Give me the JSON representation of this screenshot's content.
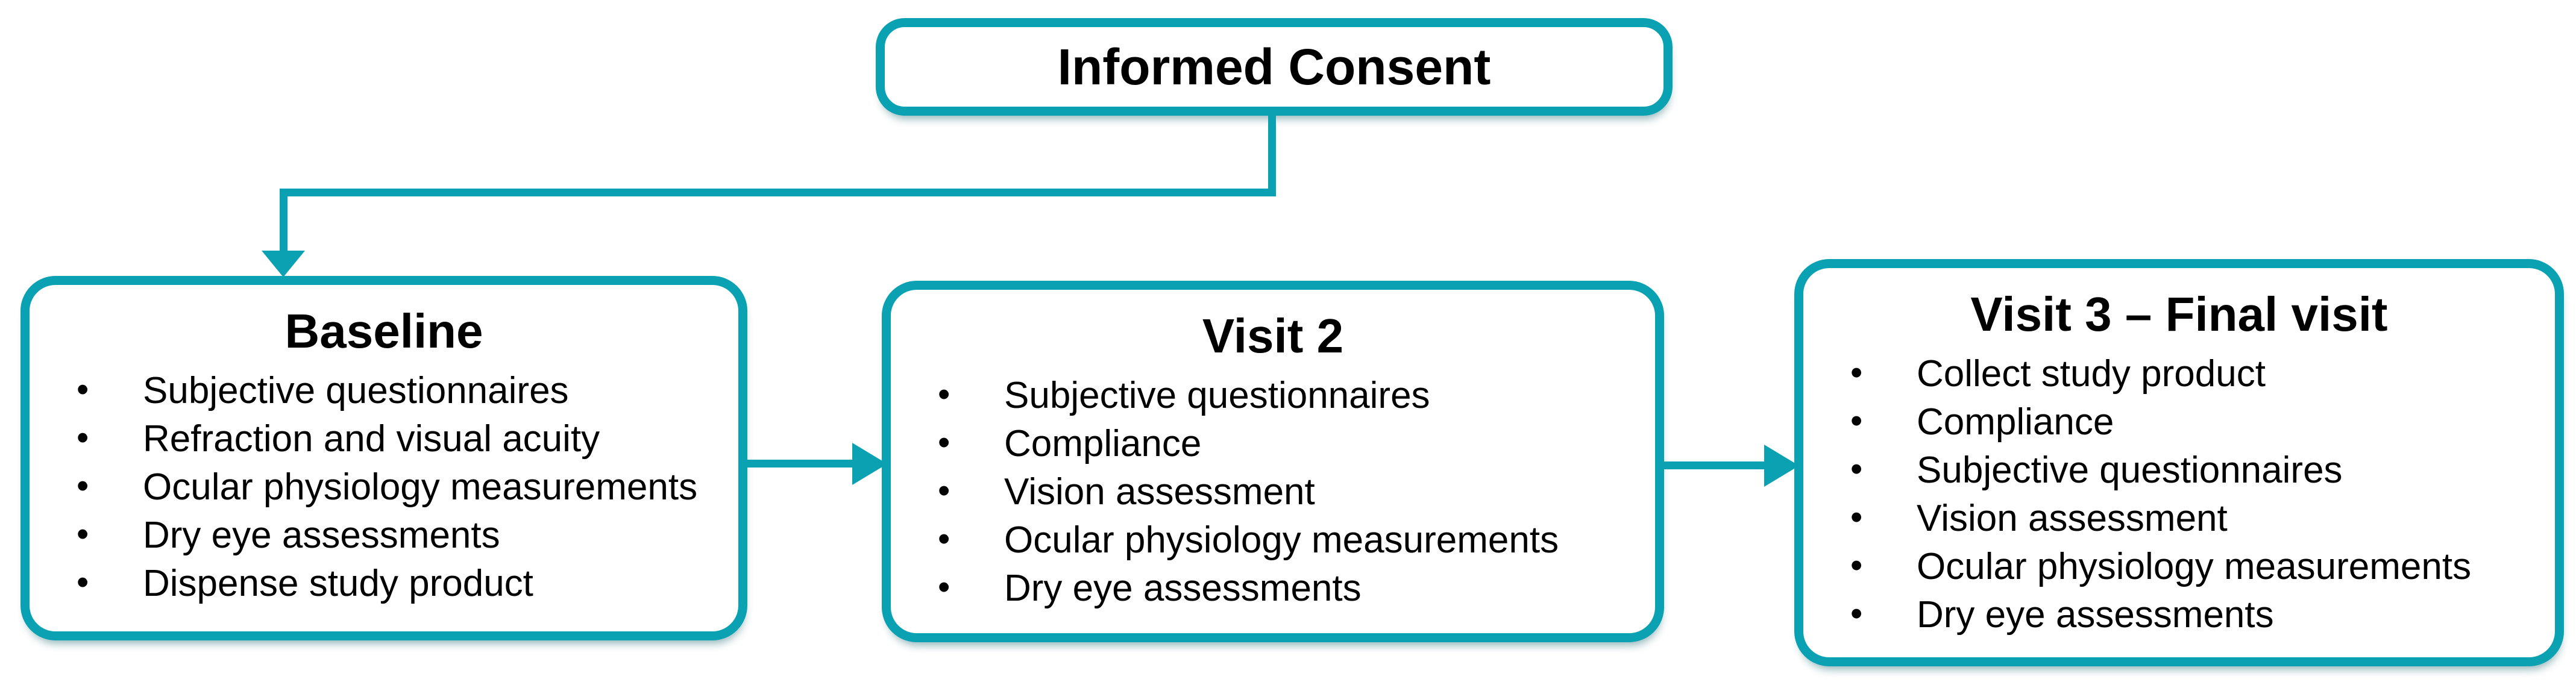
{
  "diagram": {
    "background_color": "#ffffff",
    "accent_color": "#0aa2b2",
    "text_color": "#000000",
    "bullet_glyph": "•",
    "consent": {
      "title": "Informed Consent"
    },
    "boxes": [
      {
        "title": "Baseline",
        "bullets": [
          "Subjective questionnaires",
          "Refraction and visual acuity",
          "Ocular physiology measurements",
          "Dry eye assessments",
          "Dispense study product"
        ]
      },
      {
        "title": "Visit 2",
        "bullets": [
          "Subjective questionnaires",
          "Compliance",
          "Vision assessment",
          "Ocular physiology measurements",
          "Dry eye assessments"
        ]
      },
      {
        "title": "Visit 3 – Final visit",
        "bullets": [
          "Collect study product",
          "Compliance",
          "Subjective questionnaires",
          "Vision assessment",
          "Ocular physiology measurements",
          "Dry eye assessments"
        ]
      }
    ]
  }
}
